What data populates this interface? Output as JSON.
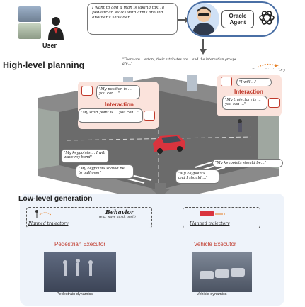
{
  "user": {
    "label": "User",
    "speech": "I want to add a man is taking taxi, a pedestrian walks with arms around another's shoulder."
  },
  "agent": {
    "title": "Oracle Agent"
  },
  "high_level": {
    "title": "High-level planning",
    "quote_top": "\"There are .. actors, their attributes are... and the interaction groups are...\"",
    "planned_trajectory": "Planned trajectory",
    "interaction_label_left": "Interaction",
    "interaction_label_right": "Interaction",
    "bubble_left_1": "\"My position is ... you can ...\"",
    "bubble_left_2": "\"My start point is ... you can...\"",
    "bubble_right_1": "\"I will ...\"",
    "bubble_right_2": "\"My trajectory is ... you can ...\"",
    "keypoints_1": "\"My keypoints ... I will wave my hand\"",
    "keypoints_2": "\"My keypoints should be... to pull over\"",
    "keypoints_3": "\"My keypoints ... and I should ...\"",
    "keypoints_4": "\"My keypoints should be...\""
  },
  "low_level": {
    "title": "Low-level generation",
    "left_behavior": "Behavior",
    "left_behavior_sub": "(e.g. wave hand, push)",
    "left_planned": "Planned trajectory",
    "right_planned": "Planned trajectory",
    "pedestrian_executor": "Pedestrian Executor",
    "vehicle_executor": "Vehicle Executor",
    "pedestrian_dynamics": "Pedestrain dynamics",
    "vehicle_dynamics": "Vehicle dynamics"
  },
  "colors": {
    "executor_text": "#c0392b",
    "interaction_text": "#c0392b",
    "panel_bg": "#eef3fa",
    "pink_bg": "#fbe3dc",
    "road": "#6b6b6b",
    "car": "#d9343e"
  },
  "icons": [
    "user-photo",
    "person-icon",
    "gpt-logo-icon",
    "agent-avatar-icon",
    "arrow-icon",
    "car-icon",
    "pedestrian-icon"
  ]
}
